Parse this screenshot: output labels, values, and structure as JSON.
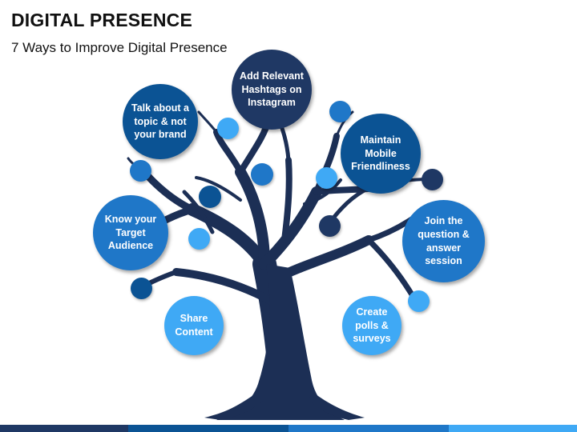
{
  "title": "DIGITAL PRESENCE",
  "subtitle": "7 Ways to Improve Digital Presence",
  "colors": {
    "dark_navy": "#1f3864",
    "dark_blue": "#0b5394",
    "medium_blue": "#1f77c8",
    "light_blue": "#3fa9f5",
    "trunk": "#1c2f55"
  },
  "bubbles": [
    {
      "name": "talk-about-topic",
      "text": "Talk about a topic & not your brand"
    },
    {
      "name": "add-hashtags",
      "text": "Add Relevant Hashtags on Instagram"
    },
    {
      "name": "maintain-mobile",
      "text": "Maintain Mobile Friendliness"
    },
    {
      "name": "know-audience",
      "text": "Know your Target Audience"
    },
    {
      "name": "join-qa",
      "text": "Join the question & answer session"
    },
    {
      "name": "share-content",
      "text": "Share Content"
    },
    {
      "name": "create-polls",
      "text": "Create polls & surveys"
    }
  ]
}
